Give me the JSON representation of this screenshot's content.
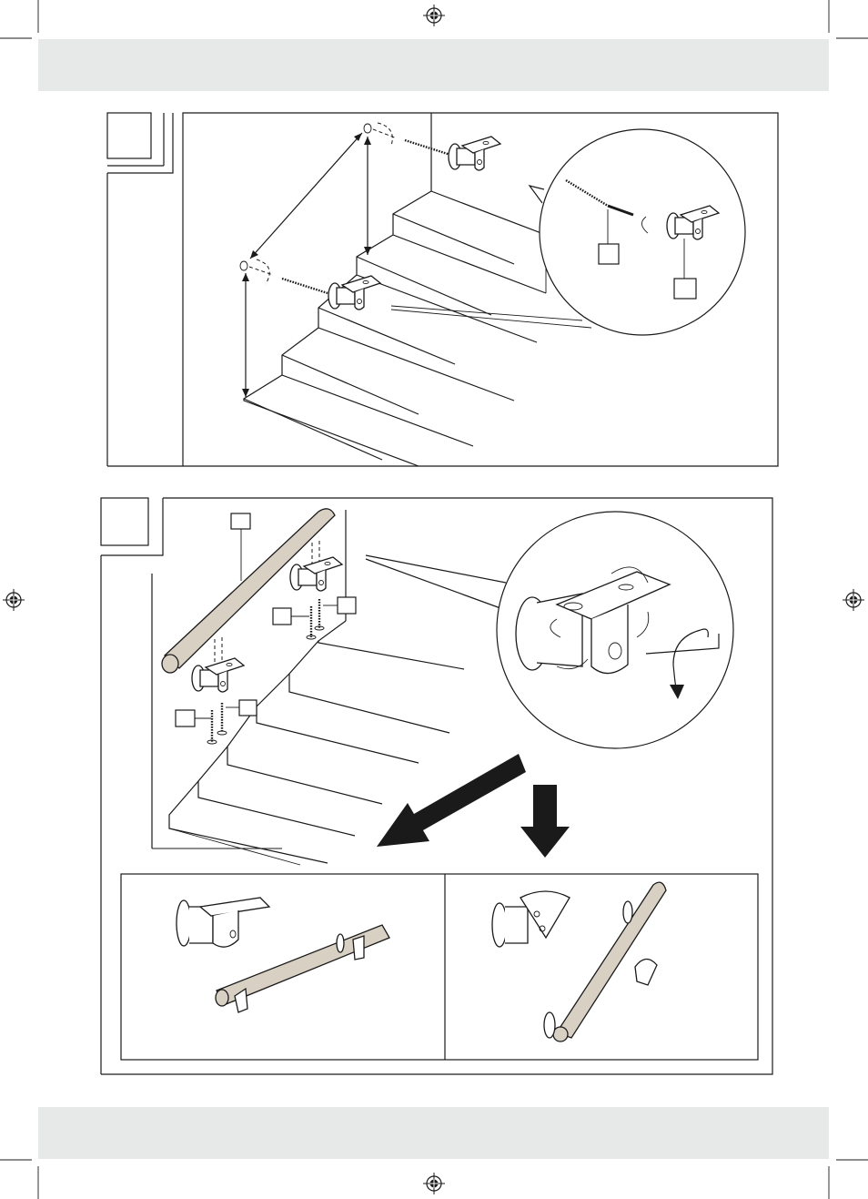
{
  "page": {
    "header_band_color": "#e7e8e8",
    "footer_band_color": "#e7e8e8",
    "line_color": "#1a1a1a",
    "wood_color": "#d9d0c4"
  },
  "steps": [
    {
      "step_label": "",
      "parts": [
        "wall-plug-screw",
        "handrail-bracket"
      ],
      "callouts": [
        "",
        ""
      ]
    },
    {
      "step_label": "",
      "parts": [
        "handrail",
        "bracket",
        "wood-screw",
        "allen-key"
      ],
      "callouts": [
        "",
        "",
        "",
        ""
      ]
    }
  ],
  "icons": [
    "registration-mark-icon",
    "arrow-down-icon",
    "arrow-diagonal-icon",
    "rotate-arrow-icon"
  ]
}
